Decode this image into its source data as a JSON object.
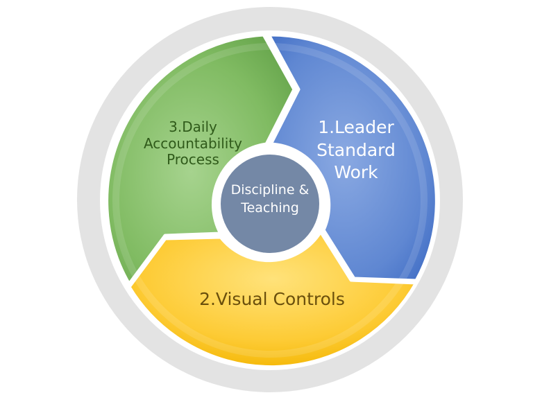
{
  "diagram": {
    "type": "cycle",
    "center": {
      "label_line1": "Discipline &",
      "label_line2": "Teaching",
      "color": "#7488a6"
    },
    "segments": [
      {
        "id": "leader",
        "label_line1": "1.Leader",
        "label_line2": "Standard",
        "label_line3": "Work",
        "color": "#5b84cf"
      },
      {
        "id": "visual",
        "label": "2.Visual Controls",
        "color": "#fcc72e"
      },
      {
        "id": "daily",
        "label_line1": "3.Daily",
        "label_line2": "Accountability",
        "label_line3": "Process",
        "color": "#7ab55c"
      }
    ],
    "ring_color": "#e2e2e2"
  }
}
